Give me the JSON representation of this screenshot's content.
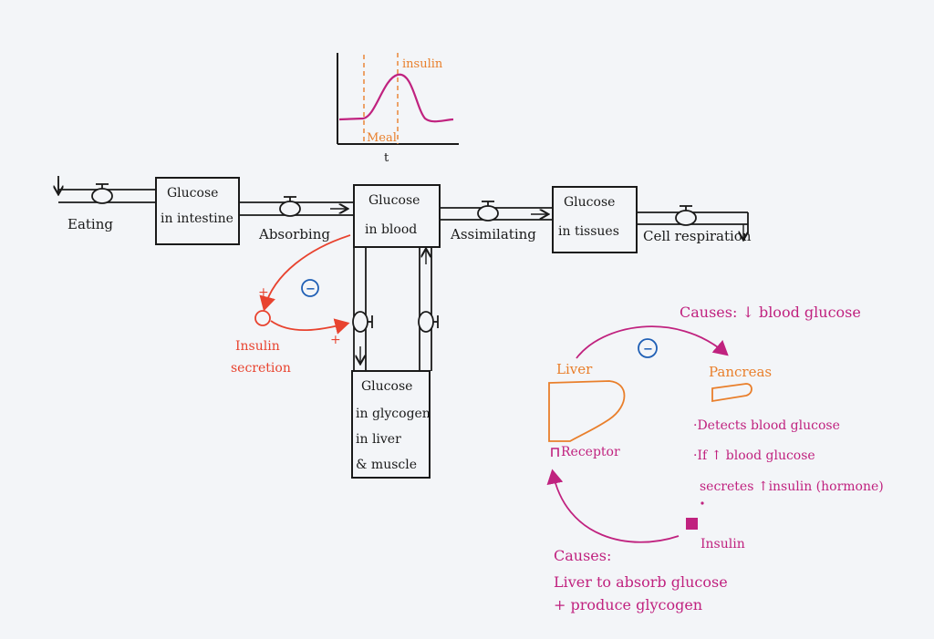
{
  "graph": {
    "insulin_label": "insulin",
    "meal_label": "Meal",
    "x_axis_label": "t"
  },
  "stocks": {
    "intestine": [
      "Glucose",
      "in intestine"
    ],
    "blood": [
      "Glucose",
      "in blood"
    ],
    "tissues": [
      "Glucose",
      "in tissues"
    ],
    "glycogen": [
      "Glucose",
      "in glycogen",
      "in liver",
      "& muscle"
    ]
  },
  "flows": {
    "eating": "Eating",
    "absorbing": "Absorbing",
    "assimilating": "Assimilating",
    "cell_respiration": "Cell respiration"
  },
  "left_loop": {
    "insulin_secretion": [
      "Insulin",
      "secretion"
    ],
    "plus_top": "+",
    "plus_bottom": "+",
    "loop_sign": "−"
  },
  "right_loop": {
    "causes_top": "Causes: ↓ blood glucose",
    "liver": "Liver",
    "pancreas": "Pancreas",
    "receptor": "Receptor",
    "loop_sign": "−",
    "pancreas_notes": [
      "·Detects blood glucose",
      "·If ↑ blood glucose",
      "secretes ↑insulin (hormone)"
    ],
    "insulin": "Insulin",
    "causes_bottom": [
      "Causes:",
      "Liver to absorb glucose",
      "+ produce glycogen"
    ]
  },
  "colors": {
    "ink": "#1a1a1a",
    "red": "#e8432f",
    "magenta": "#c0227f",
    "orange": "#e97f2b",
    "blue": "#1f5fb5",
    "background": "#f3f5f8"
  }
}
